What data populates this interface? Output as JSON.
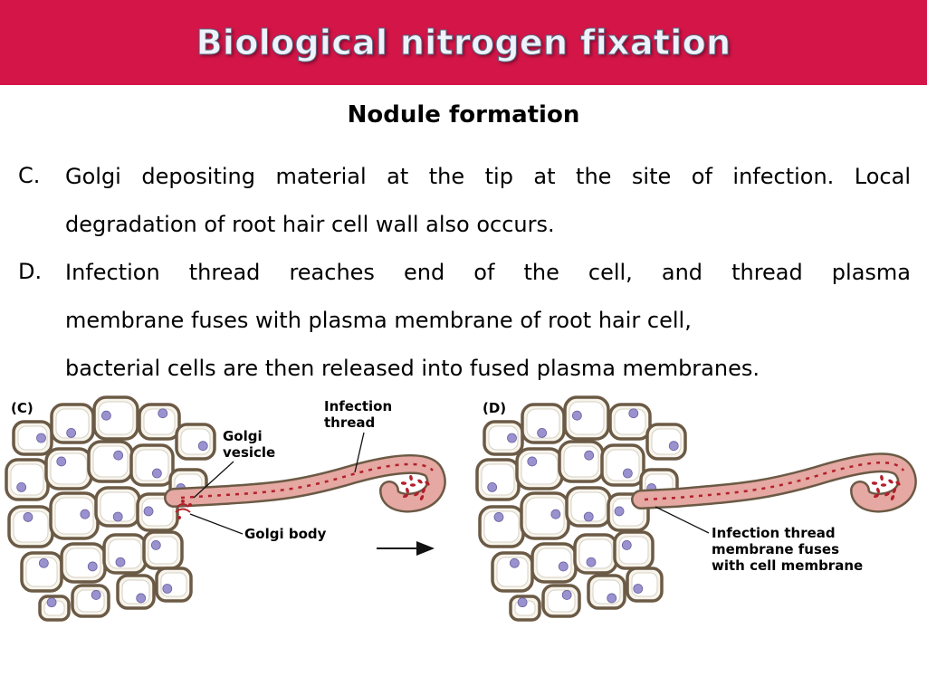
{
  "slide": {
    "title": "Biological nitrogen fixation",
    "subtitle": "Nodule formation"
  },
  "items": [
    {
      "letter": "C.",
      "lines": [
        "Golgi depositing material at the tip at the site of infection.  Local",
        "degradation of root hair cell wall also occurs."
      ]
    },
    {
      "letter": "D.",
      "lines": [
        "Infection thread reaches end of the cell, and thread plasma",
        "membrane fuses with plasma membrane of root hair cell,",
        "bacterial cells are then released into fused plasma membranes."
      ]
    }
  ],
  "figure": {
    "panel_c": {
      "label": "(C)",
      "infection_thread_label": [
        "Infection",
        "thread"
      ],
      "golgi_vesicle_label": [
        "Golgi",
        "vesicle"
      ],
      "golgi_body_label": "Golgi body"
    },
    "panel_d": {
      "label": "(D)",
      "fuse_label": [
        "Infection thread",
        "membrane fuses",
        "with cell membrane"
      ]
    }
  },
  "colors": {
    "title_bar": "#d31548",
    "title_text": "#eef2fa",
    "cell_fill": "#f7f4ec",
    "cell_wall": "#6b5a45",
    "nucleus": "#9a92cf",
    "thread": "#e5a8a2",
    "bacteria": "#b3202c"
  }
}
